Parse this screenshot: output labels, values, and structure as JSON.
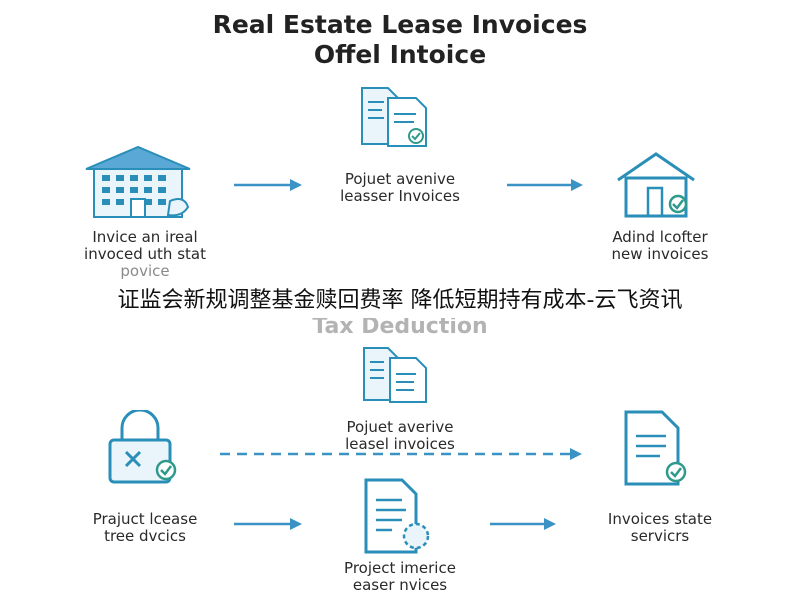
{
  "header": {
    "title_line1": "Real Estate Lease Invoices",
    "title_line2": "Offel Intoice"
  },
  "top_row": {
    "left_label": [
      "Invice an ireal",
      "invoced uth stat",
      "povice"
    ],
    "middle_label": [
      "Pojuet avenive",
      "leasser Invoices"
    ],
    "right_label": [
      "Adind lcofter",
      "new invoices"
    ]
  },
  "banner": {
    "text": "证监会新规调整基金赎回费率 降低短期持有成本-云飞资讯"
  },
  "section": {
    "label": "Tax Deduction"
  },
  "bottom_row": {
    "center_top_label": [
      "Pojuet averive",
      "leasel invoices"
    ],
    "left_label": [
      "Prajuct lcease",
      "tree dvcics"
    ],
    "center_bottom_label": [
      "Project imerice",
      "easer nvices"
    ],
    "right_label": [
      "Invoices state",
      "servicrs"
    ]
  },
  "colors": {
    "icon_stroke": "#2a8fb8",
    "icon_fill": "#5aa8d6",
    "arrow": "#3a93c4",
    "check": "#2f9a8c"
  },
  "icons": [
    "building-icon",
    "documents-icon",
    "house-icon",
    "documents-icon",
    "padlock-icon",
    "document-stamp-icon",
    "document-check-icon"
  ]
}
